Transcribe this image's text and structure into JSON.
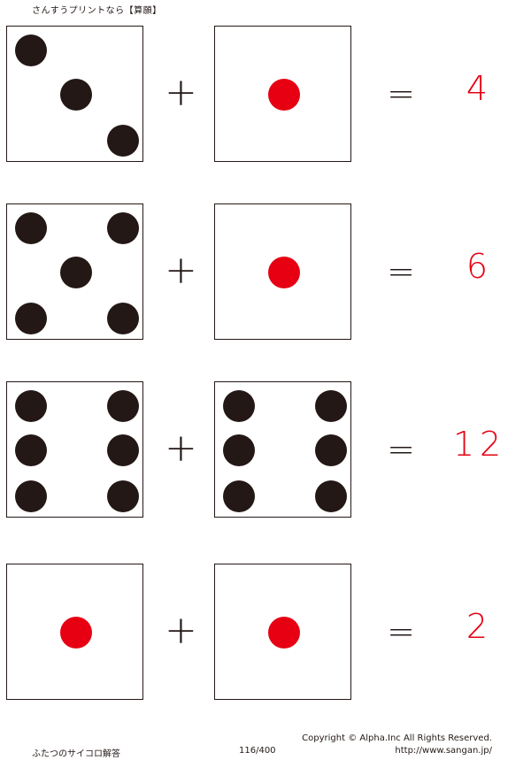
{
  "header": {
    "title": "さんすうプリントなら【算願】"
  },
  "colors": {
    "pip_black": "#231815",
    "pip_red": "#e60012",
    "answer_red": "#e60012"
  },
  "problems": [
    {
      "die1": 3,
      "die2": 1,
      "plus": "+",
      "equals": "=",
      "answer": "4"
    },
    {
      "die1": 5,
      "die2": 1,
      "plus": "+",
      "equals": "=",
      "answer": "6"
    },
    {
      "die1": 6,
      "die2": 6,
      "plus": "+",
      "equals": "=",
      "answer": "12"
    },
    {
      "die1": 1,
      "die2": 1,
      "plus": "+",
      "equals": "=",
      "answer": "2"
    }
  ],
  "footer": {
    "title": "ふたつのサイコロ解答",
    "page": "116/400",
    "copyright": "Copyright © Alpha.Inc All Rights Reserved.",
    "url": "http://www.sangan.jp/"
  }
}
